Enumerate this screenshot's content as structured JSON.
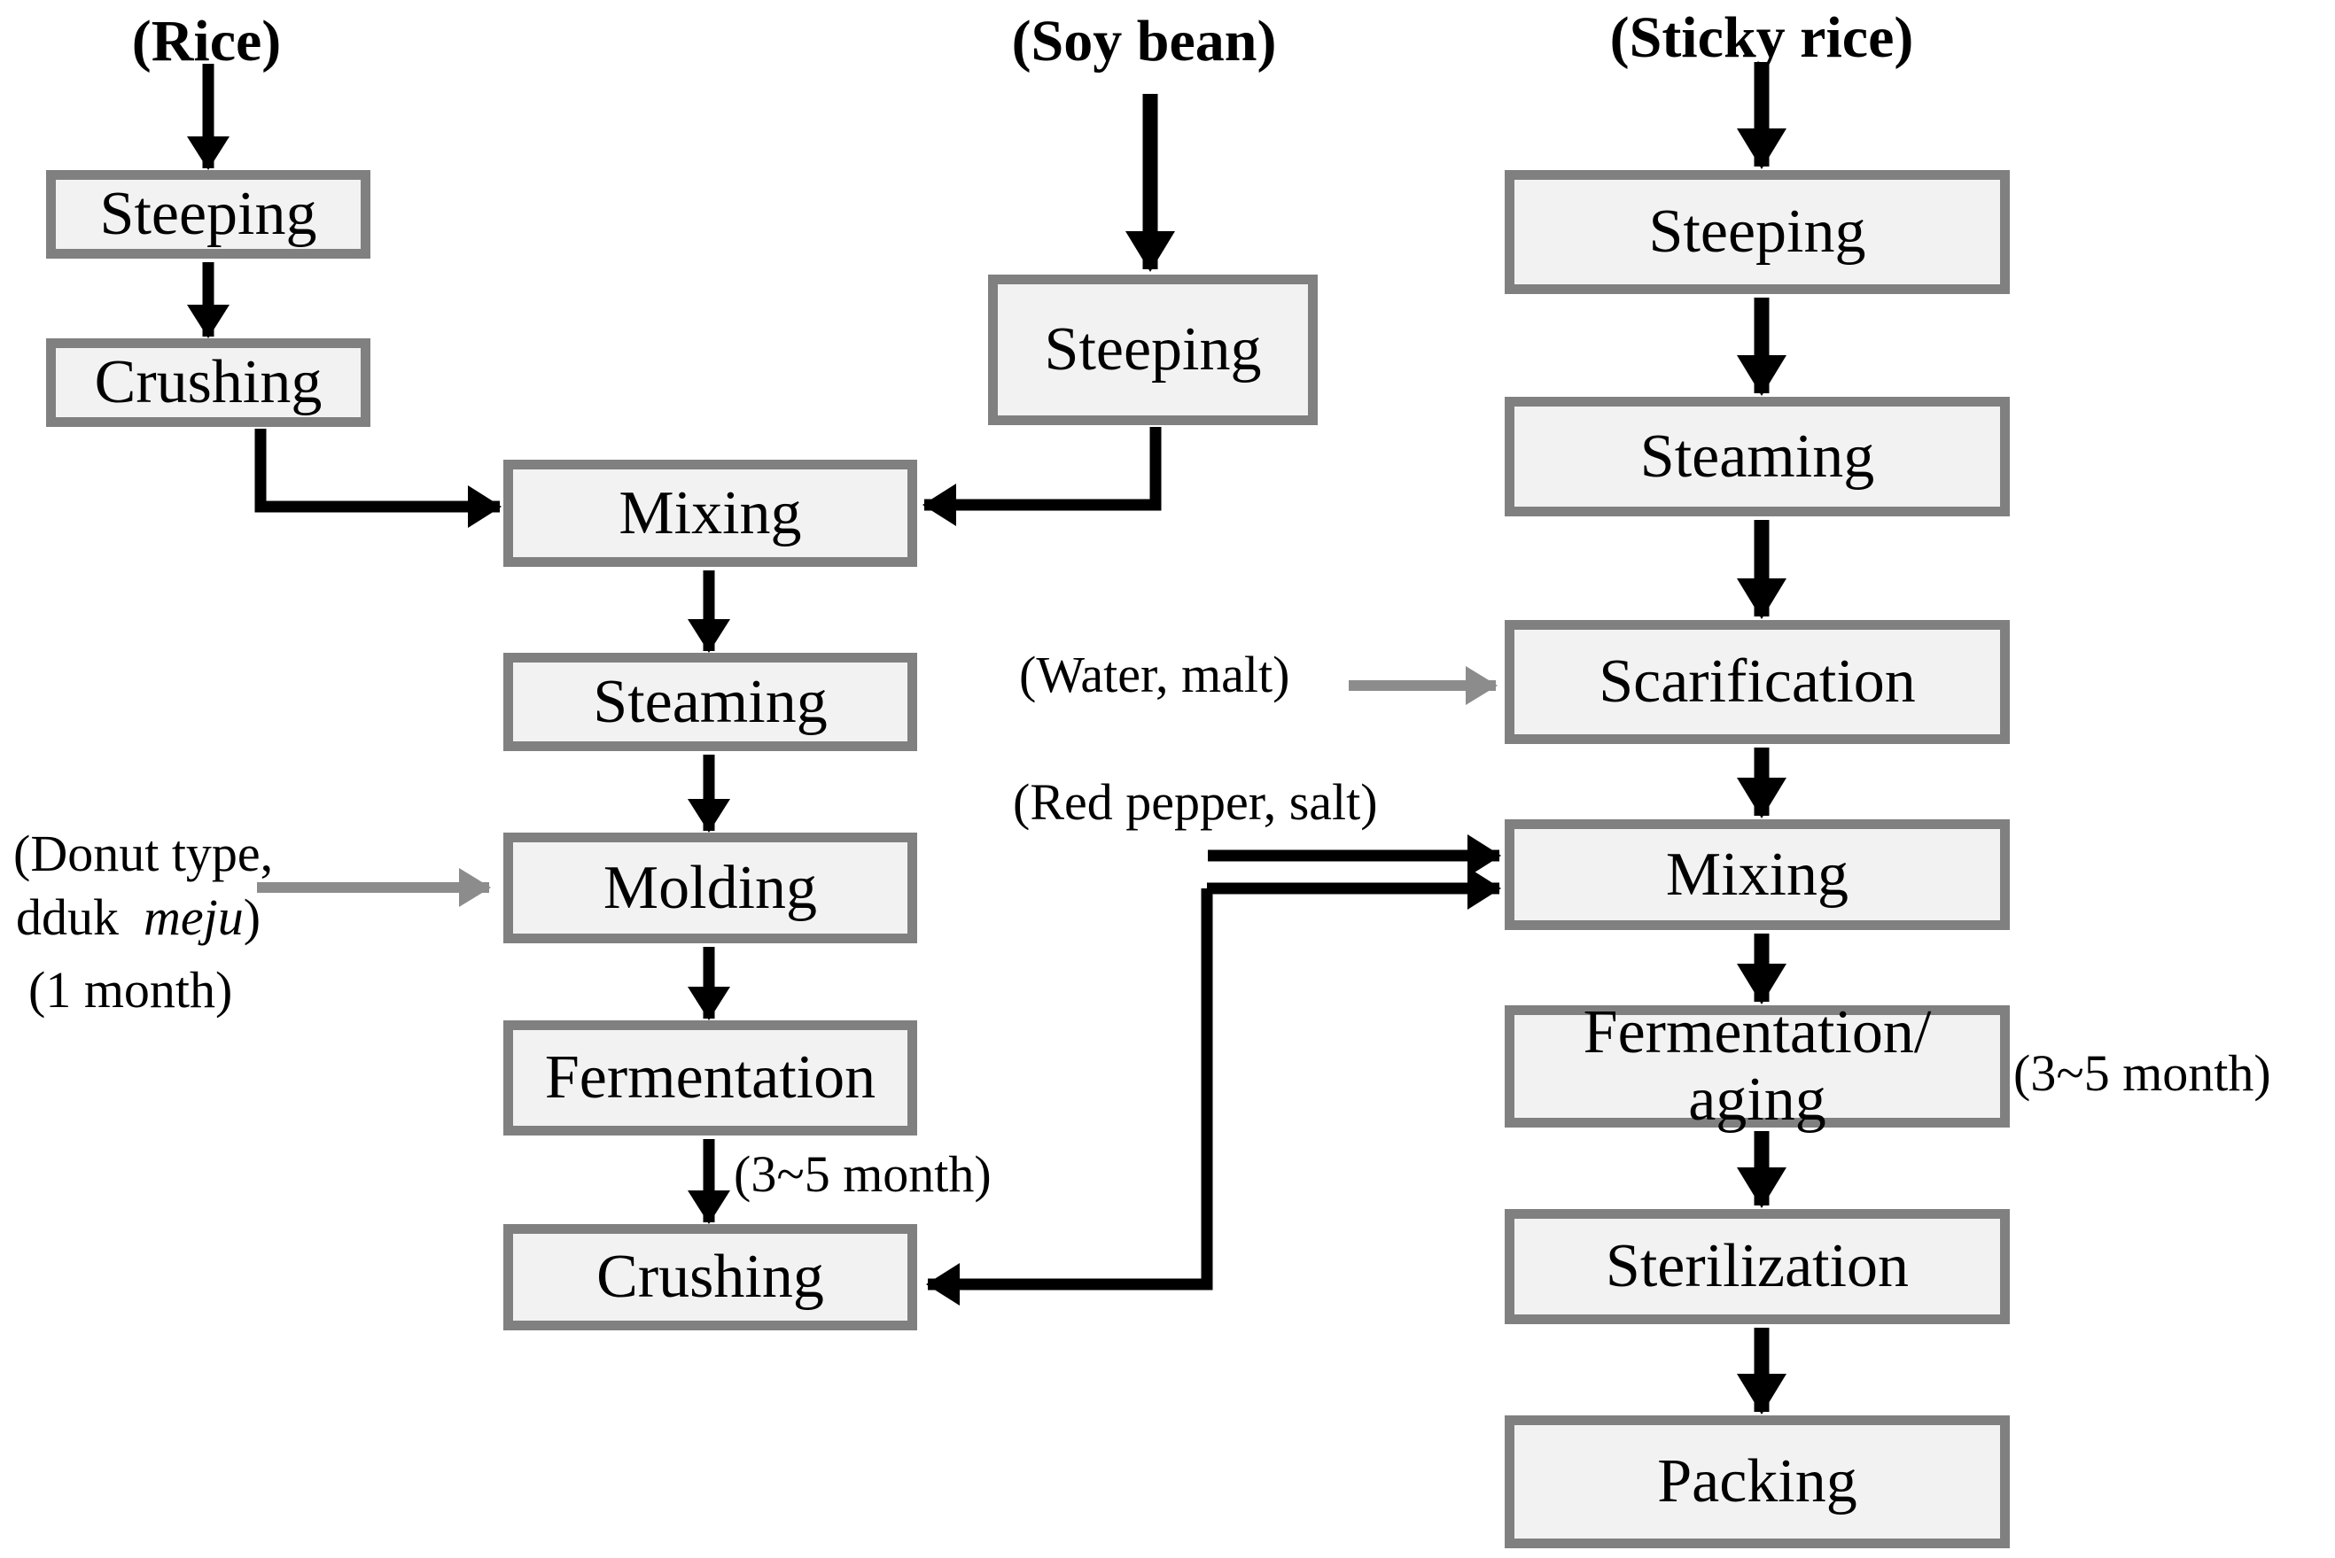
{
  "colors": {
    "background": "#ffffff",
    "box_fill": "#f2f2f2",
    "box_border": "#808080",
    "text": "#000000",
    "arrow_black": "#000000",
    "arrow_gray": "#8c8c8c"
  },
  "headers": {
    "rice": "(Rice)",
    "soy": "(Soy bean)",
    "sticky": "(Sticky rice)"
  },
  "boxes": {
    "rice_steeping": "Steeping",
    "rice_crushing": "Crushing",
    "mid_mixing": "Mixing",
    "mid_steaming": "Steaming",
    "mid_molding": "Molding",
    "mid_fermentation": "Fermentation",
    "mid_crushing": "Crushing",
    "soy_steeping": "Steeping",
    "sticky_steeping": "Steeping",
    "sticky_steaming": "Steaming",
    "sticky_scarification": "Scarification",
    "sticky_mixing": "Mixing",
    "sticky_fermentation_line1": "Fermentation/",
    "sticky_fermentation_line2": "aging",
    "sticky_sterilization": "Sterilization",
    "sticky_packing": "Packing"
  },
  "annotations": {
    "molding_note_line1": "(Donut type,",
    "molding_note_line2_prefix": "dduk",
    "molding_note_line2_italic": "meju",
    "molding_note_line2_suffix": ")",
    "molding_note_duration": "(1 month)",
    "fermentation_duration_mid": "(3~5 month)",
    "water_malt": "(Water, malt)",
    "red_pepper_salt": "(Red pepper, salt)",
    "fermentation_duration_right": "(3~5 month)"
  }
}
